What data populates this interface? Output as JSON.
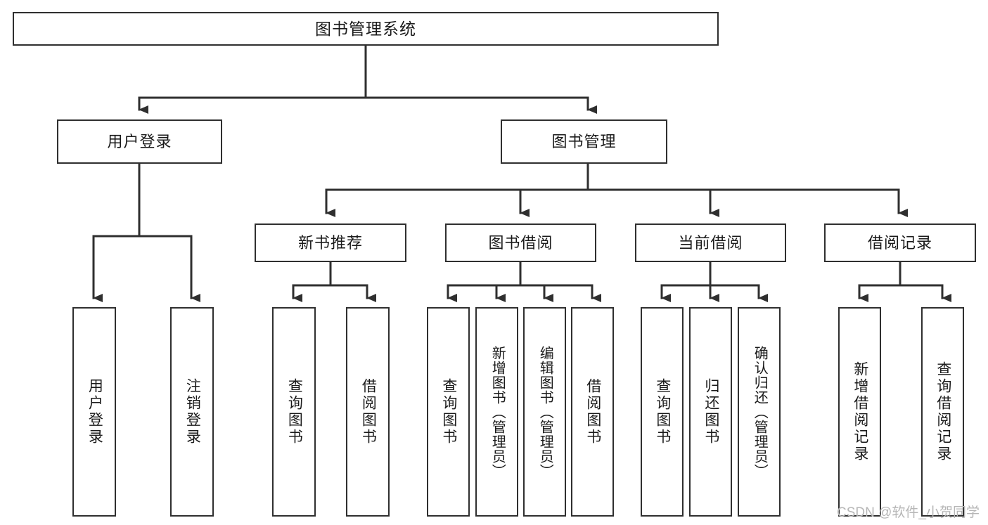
{
  "diagram": {
    "title": "图书管理系统",
    "type": "tree",
    "root": {
      "label": "图书管理系统",
      "id": "root"
    },
    "level1": [
      {
        "id": "user-login",
        "label": "用户登录"
      },
      {
        "id": "book-management",
        "label": "图书管理"
      }
    ],
    "level2": [
      {
        "id": "new-book-recommend",
        "label": "新书推荐",
        "parent": "book-management"
      },
      {
        "id": "book-borrow",
        "label": "图书借阅",
        "parent": "book-management"
      },
      {
        "id": "current-borrow",
        "label": "当前借阅",
        "parent": "book-management"
      },
      {
        "id": "borrow-record",
        "label": "借阅记录",
        "parent": "book-management"
      }
    ],
    "leaves": [
      {
        "id": "leaf-user-login",
        "label": "用户登录",
        "parent": "user-login"
      },
      {
        "id": "leaf-user-logout",
        "label": "注销登录",
        "parent": "user-login"
      },
      {
        "id": "leaf-query-book-1",
        "label": "查询图书",
        "parent": "new-book-recommend"
      },
      {
        "id": "leaf-borrow-book-1",
        "label": "借阅图书",
        "parent": "new-book-recommend"
      },
      {
        "id": "leaf-query-book-2",
        "label": "查询图书",
        "parent": "book-borrow"
      },
      {
        "id": "leaf-add-book",
        "label": "新增图书（管理员）",
        "parent": "book-borrow"
      },
      {
        "id": "leaf-edit-book",
        "label": "编辑图书（管理员）",
        "parent": "book-borrow"
      },
      {
        "id": "leaf-borrow-book-2",
        "label": "借阅图书",
        "parent": "book-borrow"
      },
      {
        "id": "leaf-query-book-3",
        "label": "查询图书",
        "parent": "current-borrow"
      },
      {
        "id": "leaf-return-book",
        "label": "归还图书",
        "parent": "current-borrow"
      },
      {
        "id": "leaf-confirm-return",
        "label": "确认归还（管理员）",
        "parent": "current-borrow"
      },
      {
        "id": "leaf-add-record",
        "label": "新增借阅记录",
        "parent": "borrow-record"
      },
      {
        "id": "leaf-query-record",
        "label": "查询借阅记录",
        "parent": "borrow-record"
      }
    ],
    "colors": {
      "stroke": "#2f2f2f",
      "fill": "#ffffff",
      "text": "#1a1a1a",
      "watermark": "#b6b6b6"
    }
  },
  "watermark": {
    "text": "CSDN @软件_小贺同学"
  }
}
